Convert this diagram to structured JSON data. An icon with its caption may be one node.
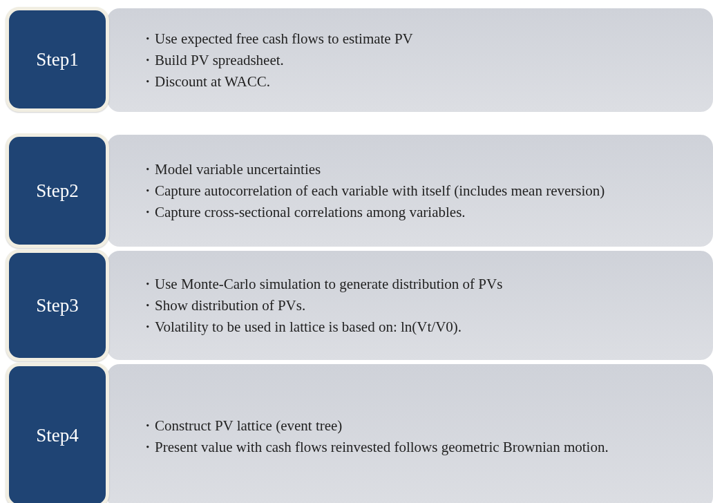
{
  "diagram": {
    "nodes": [
      {
        "text": [
          "Step1"
        ]
      },
      {
        "text": [
          "・Use expected free cash flows to estimate PV",
          "・Build PV spreadsheet.",
          "・Discount at WACC."
        ]
      },
      {
        "text": [
          "Step2"
        ]
      },
      {
        "text": [
          "・Model variable uncertainties",
          "・Capture autocorrelation of each variable with itself (includes mean reversion)",
          "・Capture cross-sectional correlations among variables."
        ]
      },
      {
        "text": [
          "Step3"
        ]
      },
      {
        "text": [
          "・Use Monte-Carlo simulation to generate distribution of PVs",
          "・Show distribution of PVs.",
          "・Volatility to be used in lattice is based on: ln(Vt/V0)."
        ]
      },
      {
        "text": [
          "Step4"
        ]
      },
      {
        "text": [
          "・Construct PV lattice (event tree)",
          "・Present value with cash flows reinvested follows geometric Brownian motion."
        ]
      }
    ]
  }
}
